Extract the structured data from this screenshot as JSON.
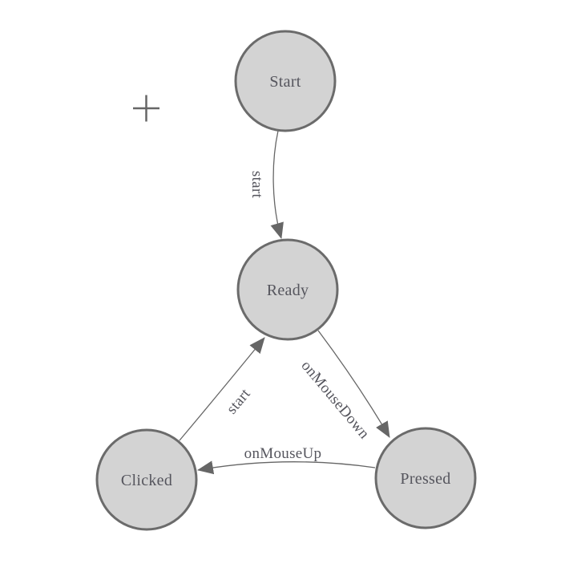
{
  "diagram": {
    "nodes": [
      {
        "id": "start",
        "label": "Start"
      },
      {
        "id": "ready",
        "label": "Ready"
      },
      {
        "id": "clicked",
        "label": "Clicked"
      },
      {
        "id": "pressed",
        "label": "Pressed"
      }
    ],
    "edges": [
      {
        "from": "Start",
        "to": "Ready",
        "label": "start"
      },
      {
        "from": "Clicked",
        "to": "Ready",
        "label": "start"
      },
      {
        "from": "Ready",
        "to": "Pressed",
        "label": "onMouseDown"
      },
      {
        "from": "Pressed",
        "to": "Clicked",
        "label": "onMouseUp"
      }
    ],
    "icons": {
      "canvas_cursor": "plus-crosshair-icon"
    },
    "colors": {
      "background": "#ffffff",
      "node_fill": "#d3d3d3",
      "node_stroke": "#6b6b6b",
      "edge_line": "#666666",
      "label_text": "#55555d"
    }
  }
}
